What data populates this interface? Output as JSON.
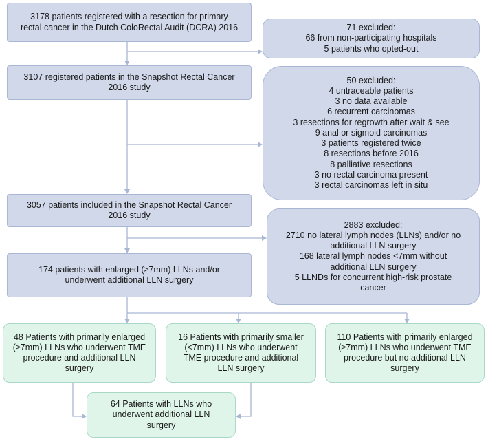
{
  "boxes": {
    "registered": "3178 patients registered with a resection for primary\nrectal cancer in the Dutch ColoRectal Audit (DCRA) 2016",
    "excluded_1": "71 excluded:\n66 from non-participating hospitals\n5 patients who opted-out",
    "snapshot": "3107 registered patients in the Snapshot Rectal Cancer\n2016 study",
    "excluded_2": "50 excluded:\n4 untraceable patients\n3 no data available\n6 recurrent carcinomas\n3 resections for regrowth after wait & see\n9 anal or sigmoid carcinomas\n3 patients registered twice\n8 resections before 2016\n8 palliative resections\n3 no rectal carcinoma present\n3 rectal carcinomas left in situ",
    "included": "3057 patients included in the Snapshot Rectal Cancer\n2016 study",
    "excluded_3": "2883 excluded:\n2710 no lateral lymph nodes (LLNs) and/or no\nadditional LLN surgery\n168 lateral lymph nodes <7mm without\nadditional LLN surgery\n5 LLNDs for concurrent high-risk prostate\ncancer",
    "enlarged": "174 patients with enlarged (≥7mm) LLNs and/or\nunderwent additional LLN surgery",
    "group_1": "48 Patients with primarily enlarged\n(≥7mm) LLNs who underwent TME\nprocedure and additional LLN\nsurgery",
    "group_2": "16 Patients with primarily smaller\n(<7mm) LLNs who underwent\nTME procedure and additional\nLLN surgery",
    "group_3": "110 Patients with primarily enlarged\n(≥7mm) LLNs who underwent TME\nprocedure but no additional LLN\nsurgery",
    "final": "64 Patients with LLNs who\nunderwent additional LLN\nsurgery"
  },
  "colors": {
    "blue_box": "#d0d8ea",
    "green_box": "#dff5ea",
    "connector": "#a9b7d4"
  }
}
